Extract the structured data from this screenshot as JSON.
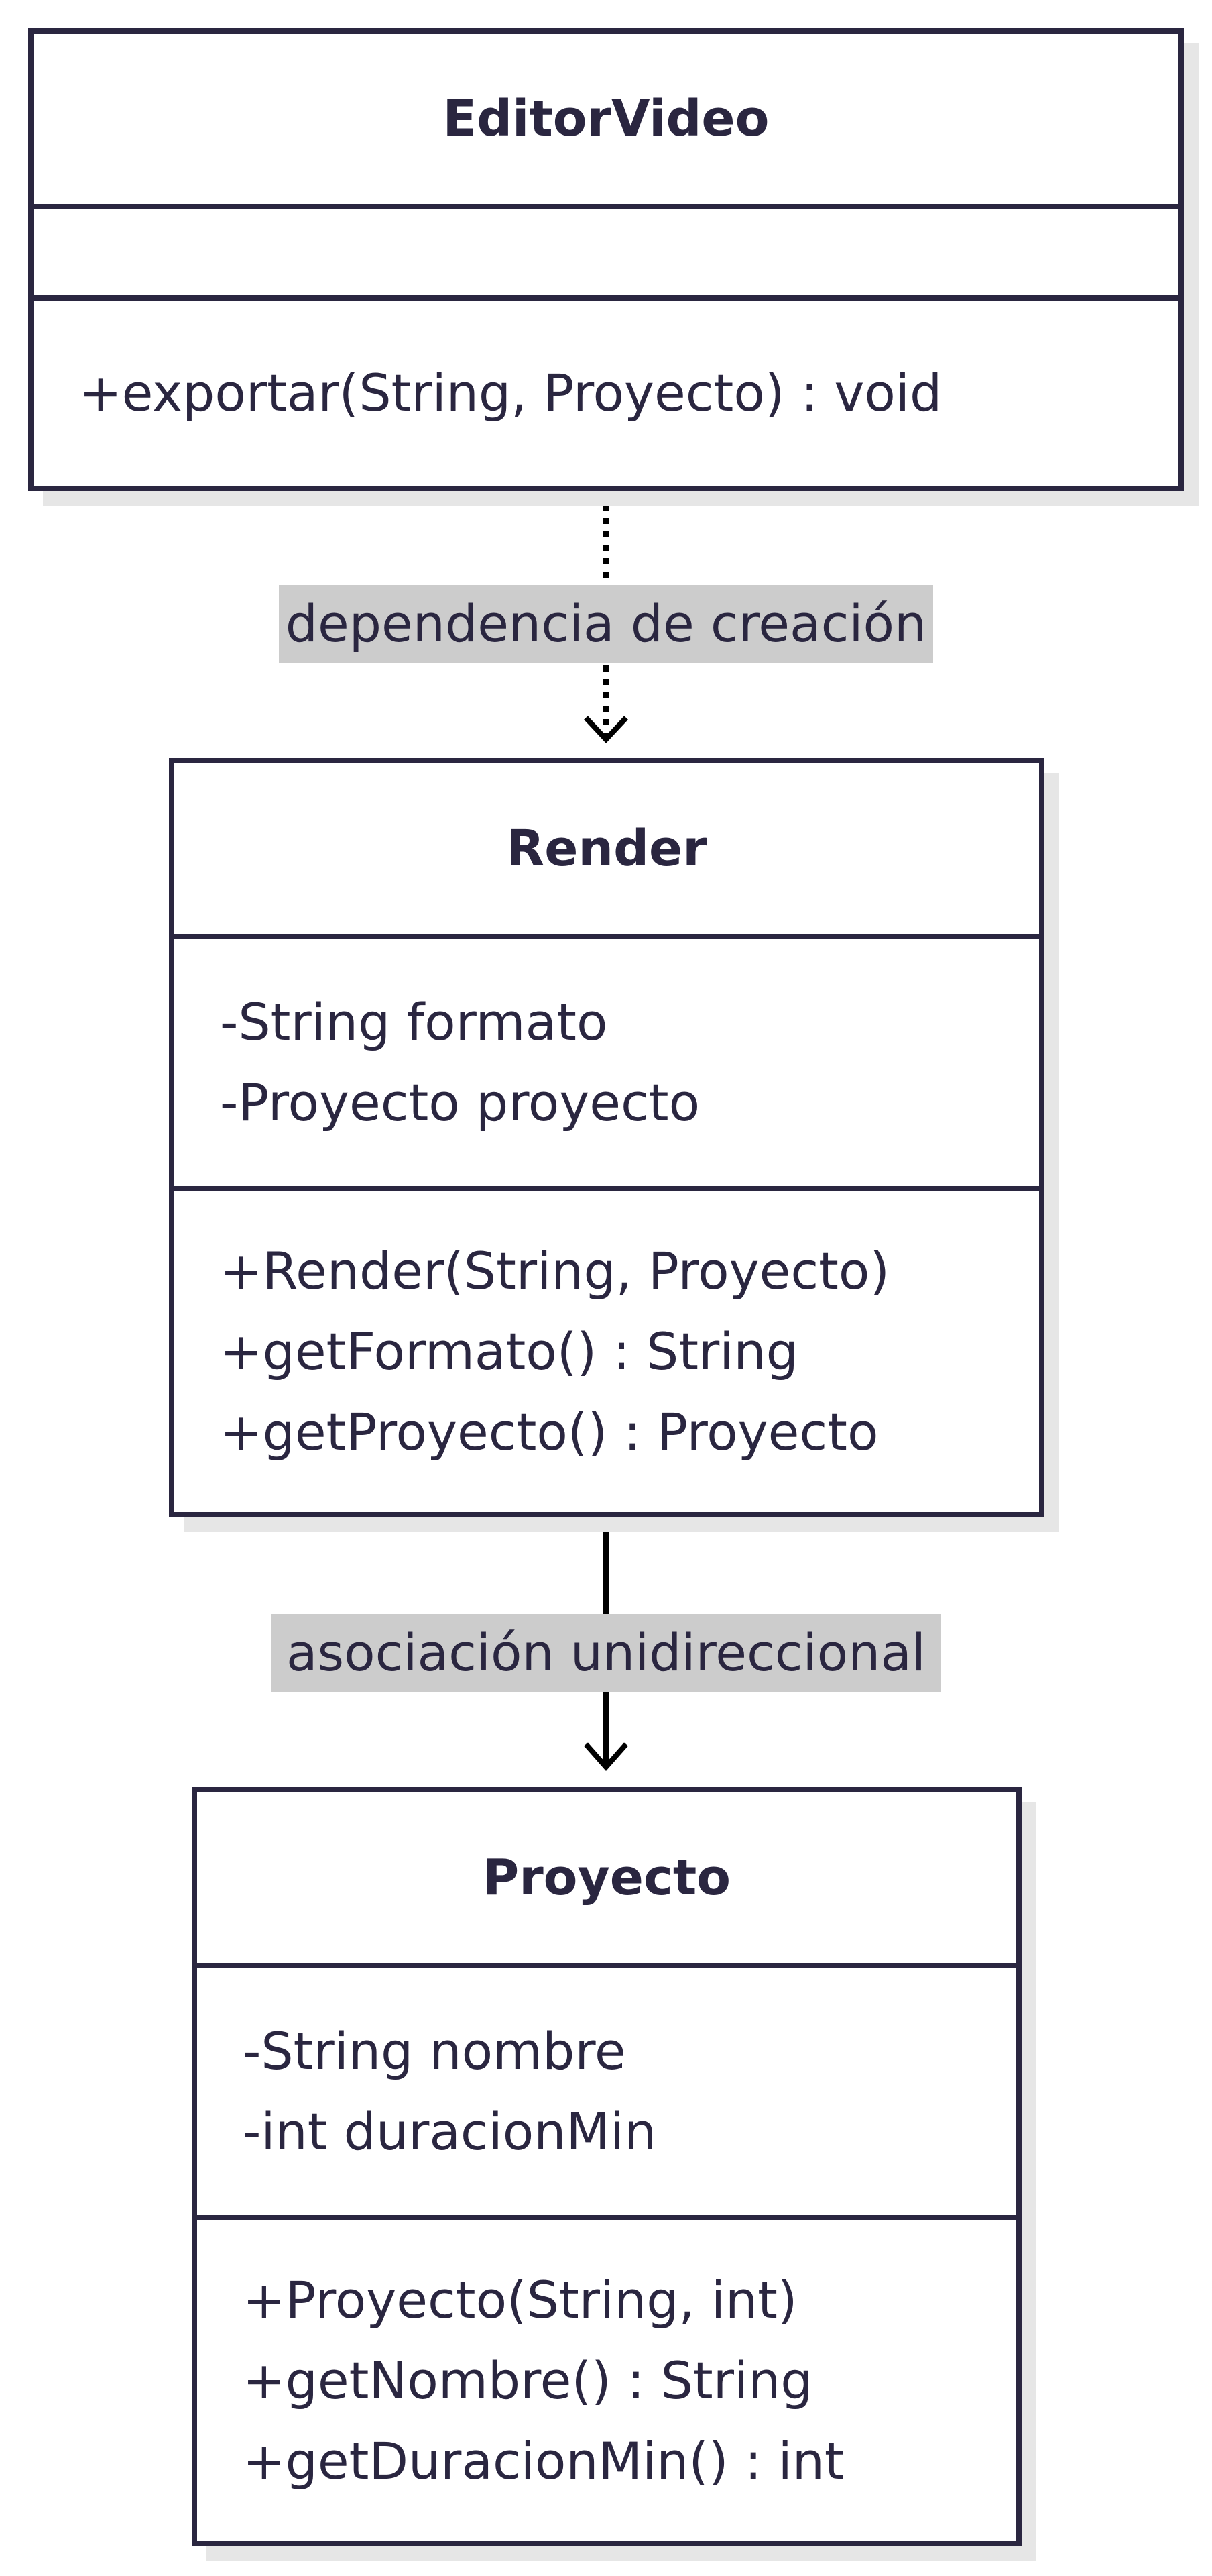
{
  "classes": {
    "editor": {
      "name": "EditorVideo",
      "attributes": [],
      "operations": [
        "+exportar(String, Proyecto) : void"
      ]
    },
    "render": {
      "name": "Render",
      "attributes": [
        "-String formato",
        "-Proyecto proyecto"
      ],
      "operations": [
        "+Render(String, Proyecto)",
        "+getFormato() : String",
        "+getProyecto() : Proyecto"
      ]
    },
    "proyecto": {
      "name": "Proyecto",
      "attributes": [
        "-String nombre",
        "-int duracionMin"
      ],
      "operations": [
        "+Proyecto(String, int)",
        "+getNombre() : String",
        "+getDuracionMin() : int"
      ]
    }
  },
  "relations": {
    "dependency": {
      "label": "dependencia de creación",
      "style": "dotted",
      "from": "EditorVideo",
      "to": "Render"
    },
    "association": {
      "label": "asociación unidireccional",
      "style": "solid",
      "from": "Render",
      "to": "Proyecto"
    }
  },
  "colors": {
    "stroke": "#2a2640",
    "label_bg": "#cccccc",
    "shadow": "#e6e6e6",
    "background": "#ffffff"
  }
}
